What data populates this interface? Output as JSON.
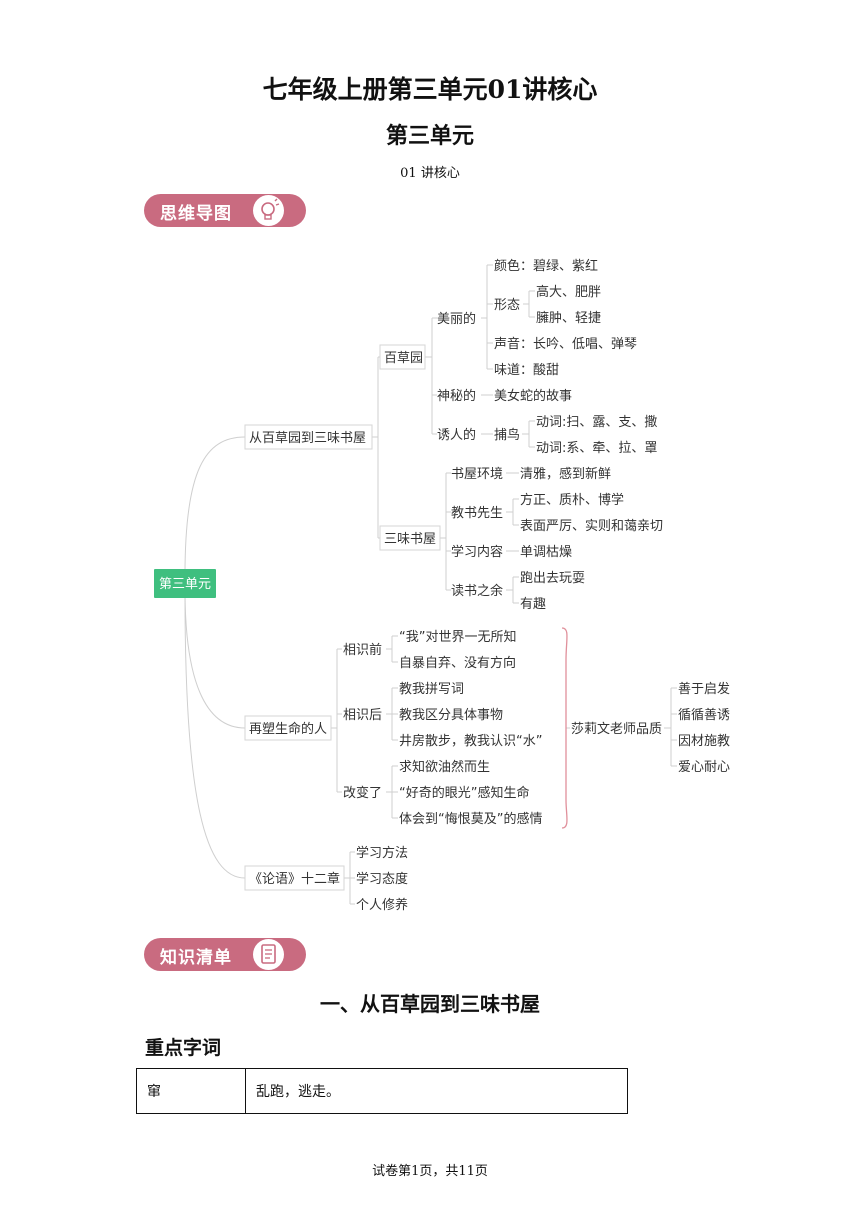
{
  "doc": {
    "title": "七年级上册第三单元01讲核心",
    "subtitle": "第三单元",
    "lecture": "01  讲核心",
    "badge_mindmap": "思维导图",
    "badge_knowledge": "知识清单",
    "badge_color": "#c96b80"
  },
  "mindmap": {
    "root": "第三单元",
    "root_color": "#3fbf7f",
    "b1": "从百草园到三味书屋",
    "b1_1": "百草园",
    "beautiful": "美丽的",
    "color": "颜色：碧绿、紫红",
    "shape": "形态",
    "shape_1": "高大、肥胖",
    "shape_2": "臃肿、轻捷",
    "sound": "声音：长吟、低唱、弹琴",
    "taste": "味道：酸甜",
    "mysterious": "神秘的",
    "snake_story": "美女蛇的故事",
    "attractive": "诱人的",
    "catch_bird": "捕鸟",
    "verbs_1": "动词:扫、露、支、撒",
    "verbs_2": "动词:系、牵、拉、罩",
    "b1_2": "三味书屋",
    "env": "书屋环境",
    "env_desc": "清雅，感到新鲜",
    "teacher": "教书先生",
    "teacher_1": "方正、质朴、博学",
    "teacher_2": "表面严厉、实则和蔼亲切",
    "content": "学习内容",
    "content_desc": "单调枯燥",
    "after": "读书之余",
    "after_1": "跑出去玩耍",
    "after_2": "有趣",
    "b2": "再塑生命的人",
    "before": "相识前",
    "before_1": "“我”对世界一无所知",
    "before_2": "自暴自弃、没有方向",
    "later": "相识后",
    "later_1": "教我拼写词",
    "later_2": "教我区分具体事物",
    "later_3": "井房散步，教我认识“水”",
    "changed": "改变了",
    "changed_1": "求知欲油然而生",
    "changed_2": "“好奇的眼光”感知生命",
    "changed_3": "体会到“悔恨莫及”的感情",
    "quality": "莎莉文老师品质",
    "q1": "善于启发",
    "q2": "循循善诱",
    "q3": "因材施教",
    "q4": "爱心耐心",
    "b3": "《论语》十二章",
    "b3_1": "学习方法",
    "b3_2": "学习态度",
    "b3_3": "个人修养"
  },
  "section": {
    "heading": "一、从百草园到三味书屋",
    "key_points": "重点字词",
    "vocab": [
      {
        "word": "窜",
        "meaning": "乱跑，逃走。"
      }
    ]
  },
  "footer": {
    "page": "试卷第1页，共11页"
  }
}
